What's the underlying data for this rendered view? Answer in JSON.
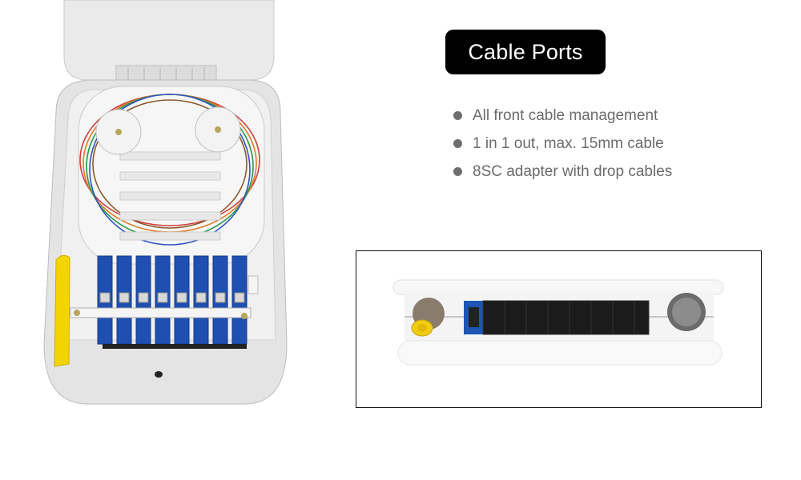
{
  "section": {
    "title": "Cable Ports",
    "features": [
      {
        "text": "All front cable management",
        "bullet_color": "#6e6e6e"
      },
      {
        "text": "1 in 1 out, max. 15mm cable",
        "bullet_color": "#6e6e6e"
      },
      {
        "text": "8SC adapter with drop cables",
        "bullet_color": "#6e6e6e"
      }
    ]
  },
  "images": {
    "open_box": {
      "alt": "Open fiber terminal box with splice tray and 8 blue SC adapters",
      "adapter_count": 8,
      "adapter_color": "#1f4fb0",
      "cable_tube_color": "#f2d400"
    },
    "side_view": {
      "alt": "Side view of closed box showing cable ports and adapter row",
      "adapter_count": 8
    }
  },
  "colors": {
    "title_bg": "#000000",
    "title_text": "#ffffff",
    "feature_text": "#6b6b6b",
    "frame_border": "#111111"
  }
}
